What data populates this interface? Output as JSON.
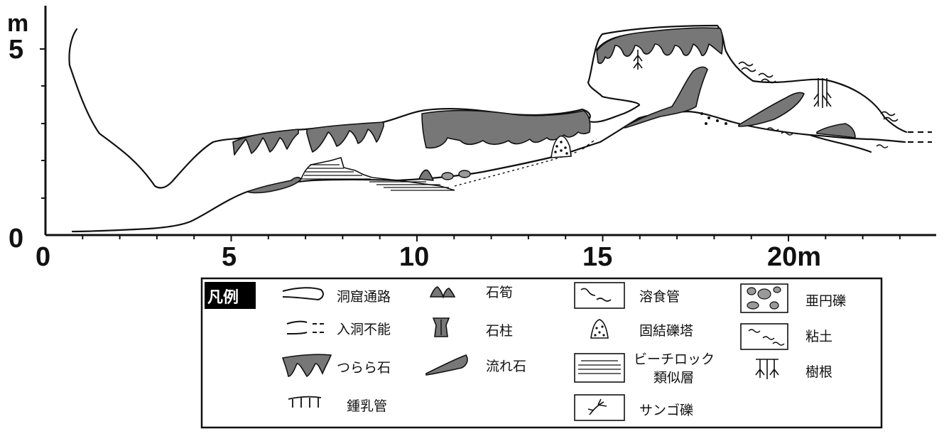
{
  "axes": {
    "y_unit": "m",
    "y_ticks": [
      "0",
      "5"
    ],
    "x_ticks": [
      "0",
      "5",
      "10",
      "15",
      "20m"
    ]
  },
  "legend": {
    "title": "凡例",
    "items": {
      "passage": "洞窟通路",
      "no_entry": "入洞不能",
      "stalactite": "つらら石",
      "soda_straw": "鍾乳管",
      "stalagmite": "石筍",
      "column": "石柱",
      "flowstone": "流れ石",
      "solution_tube": "溶食管",
      "cemented_gravel_tower": "固結礫塔",
      "beachrock_line1": "ビーチロック",
      "beachrock_line2": "類似層",
      "coral_gravel": "サンゴ礫",
      "subround_gravel": "亜円礫",
      "clay": "粘土",
      "tree_root": "樹根"
    }
  },
  "colors": {
    "ink": "#111111",
    "speleothem_fill": "#777777",
    "legend_title_bg": "#000000"
  }
}
